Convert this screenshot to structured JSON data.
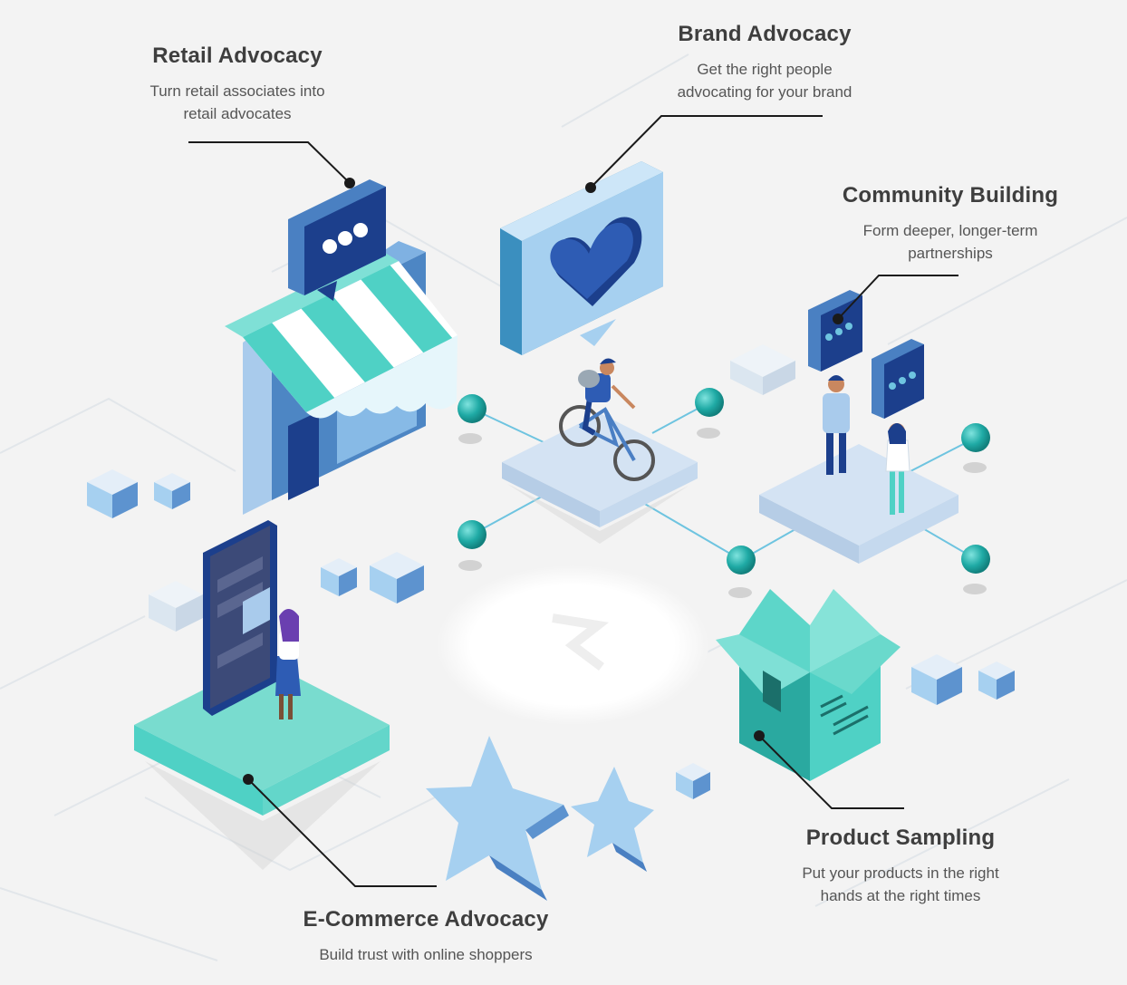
{
  "colors": {
    "background": "#f3f3f3",
    "teal": "#4fd1c5",
    "teal_dark": "#2aa9a0",
    "blue_light": "#a9cbec",
    "blue_mid": "#5d93cf",
    "navy": "#1c3f8c",
    "node": "#1faaa5",
    "connector": "#6ec4e0",
    "leader": "#1a1a1a",
    "heading": "#3e3e3e",
    "body": "#555555"
  },
  "callouts": {
    "retail": {
      "title": "Retail Advocacy",
      "lines": [
        "Turn retail associates into",
        "retail advocates"
      ]
    },
    "brand": {
      "title": "Brand Advocacy",
      "lines": [
        "Get the right people",
        "advocating for your brand"
      ]
    },
    "community": {
      "title": "Community Building",
      "lines": [
        "Form deeper, longer-term",
        "partnerships"
      ]
    },
    "product": {
      "title": "Product Sampling",
      "lines": [
        "Put your products in the right",
        "hands at the right times"
      ]
    },
    "ecommerce": {
      "title": "E-Commerce Advocacy",
      "lines": [
        "Build trust with online shoppers"
      ]
    }
  },
  "icons": [
    "storefront-icon",
    "speech-bubble-dots-icon",
    "heart-bubble-icon",
    "cyclist-icon",
    "people-chat-icon",
    "smartphone-icon",
    "shopper-icon",
    "open-box-icon",
    "star-icon",
    "cube-icon"
  ]
}
